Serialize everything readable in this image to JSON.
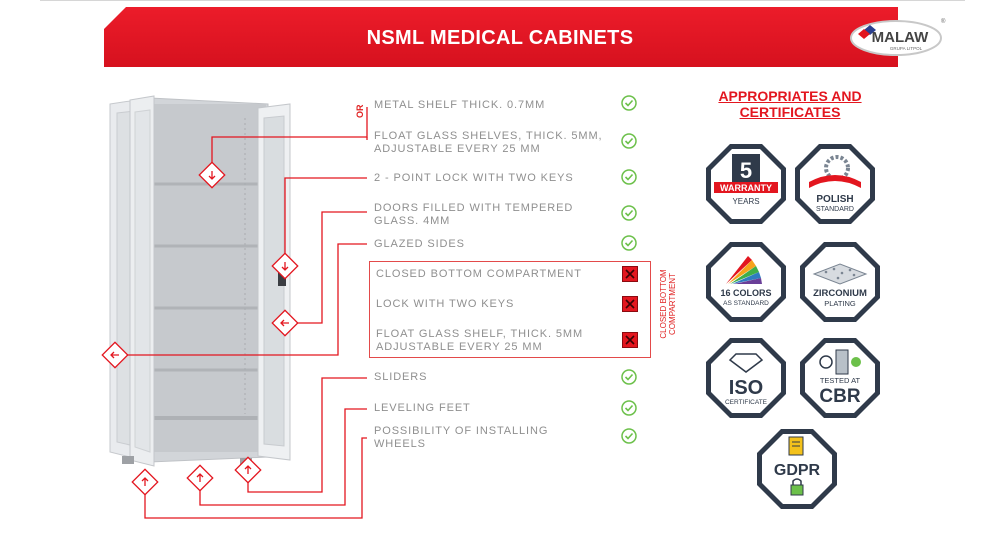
{
  "banner": {
    "title": "NSML MEDICAL CABINETS"
  },
  "logo": {
    "text": "MALAW",
    "subtext": "GRUPA LITPOL",
    "mark": "®"
  },
  "option_label": "OR",
  "features": [
    {
      "text": "METAL SHELF THICK. 0.7MM",
      "status": "yes"
    },
    {
      "text": "FLOAT GLASS SHELVES, THICK. 5MM,",
      "text2": "ADJUSTABLE EVERY 25 MM",
      "status": "yes"
    },
    {
      "text": "2 - POINT LOCK WITH TWO KEYS",
      "status": "yes"
    },
    {
      "text": "DOORS FILLED WITH TEMPERED",
      "text2": "GLASS. 4MM",
      "status": "yes"
    },
    {
      "text": "GLAZED SIDES",
      "status": "yes"
    },
    {
      "text": "CLOSED BOTTOM COMPARTMENT",
      "status": "no"
    },
    {
      "text": "LOCK WITH TWO KEYS",
      "status": "no"
    },
    {
      "text": "FLOAT GLASS SHELF, THICK. 5MM",
      "text2": "ADJUSTABLE EVERY 25 MM",
      "status": "no"
    },
    {
      "text": "SLIDERS",
      "status": "yes"
    },
    {
      "text": "LEVELING FEET",
      "status": "yes"
    },
    {
      "text": "POSSIBILITY OF INSTALLING",
      "text2": "WHEELS",
      "status": "yes"
    }
  ],
  "closed_option": {
    "line1": "CLOSED BOTTOM",
    "line2": "COMPARTMENT"
  },
  "certificates": {
    "title_line1": "APPROPRIATES AND",
    "title_line2": "CERTIFICATES",
    "badges": [
      {
        "id": "warranty",
        "big": "5",
        "label": "WARRANTY",
        "sub": "YEARS"
      },
      {
        "id": "polish",
        "label": "POLISH",
        "sub": "STANDARD"
      },
      {
        "id": "colors",
        "label": "16 COLORS",
        "sub": "AS STANDARD"
      },
      {
        "id": "zirconium",
        "label": "ZIRCONIUM",
        "sub": "PLATING"
      },
      {
        "id": "iso",
        "label": "ISO",
        "sub": "CERTIFICATE"
      },
      {
        "id": "cbr",
        "label": "TESTED AT",
        "sub": "CBR"
      },
      {
        "id": "gdpr",
        "label": "GDPR"
      }
    ]
  },
  "colors": {
    "accent": "#e3161f",
    "check": "#6cc04a",
    "text": "#8f8f8f",
    "badge_dark": "#2f3a4a"
  }
}
